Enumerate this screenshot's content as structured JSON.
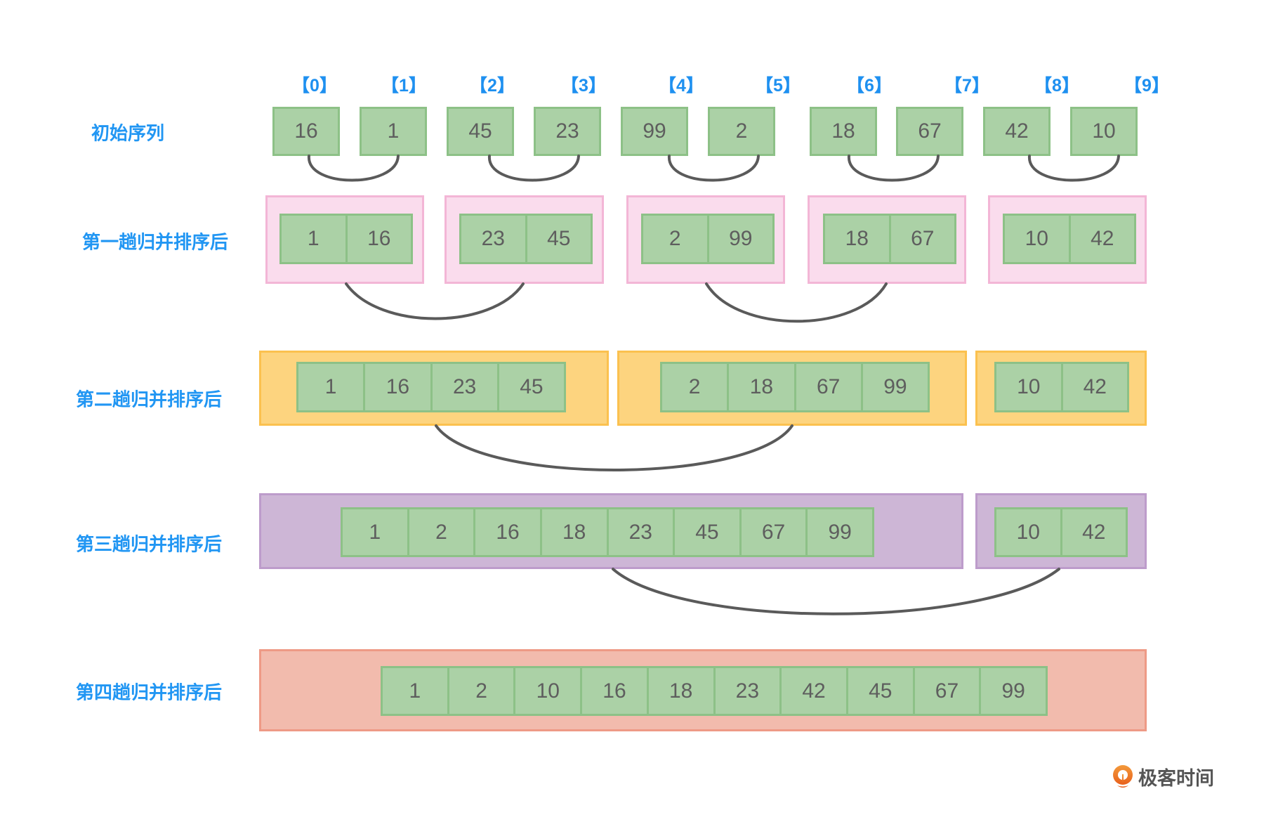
{
  "indices": [
    "【0】",
    "【1】",
    "【2】",
    "【3】",
    "【4】",
    "【5】",
    "【6】",
    "【7】",
    "【8】",
    "【9】"
  ],
  "rows": [
    {
      "label": "初始序列",
      "groups": [
        [
          16
        ],
        [
          1
        ],
        [
          45
        ],
        [
          23
        ],
        [
          99
        ],
        [
          2
        ],
        [
          18
        ],
        [
          67
        ],
        [
          42
        ],
        [
          10
        ]
      ]
    },
    {
      "label": "第一趟归并排序后",
      "groups": [
        [
          1,
          16
        ],
        [
          23,
          45
        ],
        [
          2,
          99
        ],
        [
          18,
          67
        ],
        [
          10,
          42
        ]
      ]
    },
    {
      "label": "第二趟归并排序后",
      "groups": [
        [
          1,
          16,
          23,
          45
        ],
        [
          2,
          18,
          67,
          99
        ],
        [
          10,
          42
        ]
      ]
    },
    {
      "label": "第三趟归并排序后",
      "groups": [
        [
          1,
          2,
          16,
          18,
          23,
          45,
          67,
          99
        ],
        [
          10,
          42
        ]
      ]
    },
    {
      "label": "第四趟归并排序后",
      "groups": [
        [
          1,
          2,
          10,
          16,
          18,
          23,
          42,
          45,
          67,
          99
        ]
      ]
    }
  ],
  "colors": {
    "cell_fill": "#abd1a6",
    "cell_border": "#8dc187",
    "pass1": "#fadced",
    "pass2": "#fdd47f",
    "pass3": "#cdb6d6",
    "pass4": "#f2bbad",
    "label": "#2196f3",
    "connector": "#5a5a5a"
  },
  "brand": {
    "icon": "geektime-logo-icon",
    "name": "极客时间"
  }
}
